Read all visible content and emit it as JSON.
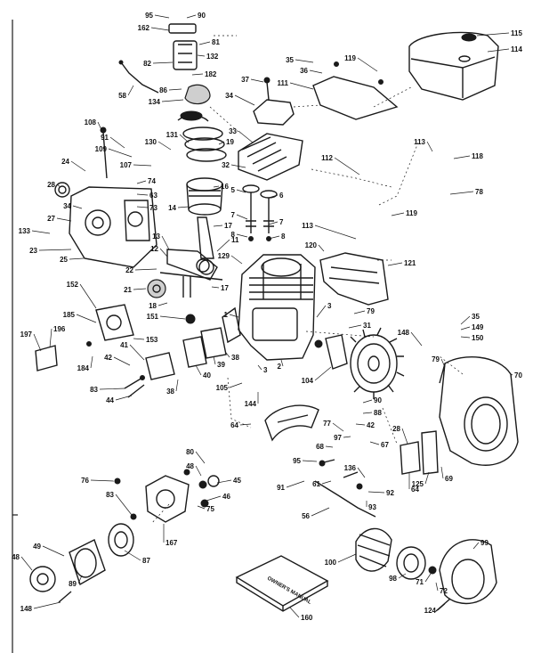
{
  "callouts": [
    {
      "id": "c-95",
      "text": "95"
    },
    {
      "id": "c-90a",
      "text": "90"
    },
    {
      "id": "c-162",
      "text": "162"
    },
    {
      "id": "c-81a",
      "text": "81"
    },
    {
      "id": "c-132",
      "text": "132"
    },
    {
      "id": "c-82",
      "text": "82"
    },
    {
      "id": "c-182",
      "text": "182"
    },
    {
      "id": "c-58",
      "text": "58"
    },
    {
      "id": "c-86",
      "text": "86"
    },
    {
      "id": "c-134",
      "text": "134"
    },
    {
      "id": "c-37",
      "text": "37"
    },
    {
      "id": "c-34",
      "text": "34"
    },
    {
      "id": "c-35",
      "text": "35"
    },
    {
      "id": "c-36",
      "text": "36"
    },
    {
      "id": "c-111",
      "text": "111"
    },
    {
      "id": "c-119",
      "text": "119"
    },
    {
      "id": "c-115",
      "text": "115"
    },
    {
      "id": "c-114",
      "text": "114"
    },
    {
      "id": "c-108",
      "text": "108"
    },
    {
      "id": "c-91",
      "text": "91"
    },
    {
      "id": "c-109",
      "text": "109"
    },
    {
      "id": "c-130",
      "text": "130"
    },
    {
      "id": "c-131",
      "text": "131"
    },
    {
      "id": "c-19",
      "text": "19"
    },
    {
      "id": "c-33",
      "text": "33"
    },
    {
      "id": "c-32",
      "text": "32"
    },
    {
      "id": "c-107",
      "text": "107"
    },
    {
      "id": "c-24",
      "text": "24"
    },
    {
      "id": "c-28",
      "text": "28"
    },
    {
      "id": "c-74",
      "text": "74"
    },
    {
      "id": "c-63",
      "text": "63"
    },
    {
      "id": "c-73",
      "text": "73"
    },
    {
      "id": "c-14",
      "text": "14"
    },
    {
      "id": "c-16",
      "text": "16"
    },
    {
      "id": "c-5a",
      "text": "5"
    },
    {
      "id": "c-6",
      "text": "6"
    },
    {
      "id": "c-34b",
      "text": "34"
    },
    {
      "id": "c-27",
      "text": "27"
    },
    {
      "id": "c-7a",
      "text": "7"
    },
    {
      "id": "c-7b",
      "text": "7"
    },
    {
      "id": "c-8a",
      "text": "8"
    },
    {
      "id": "c-8b",
      "text": "8"
    },
    {
      "id": "c-112",
      "text": "112"
    },
    {
      "id": "c-113a",
      "text": "113"
    },
    {
      "id": "c-118",
      "text": "118"
    },
    {
      "id": "c-78a",
      "text": "78"
    },
    {
      "id": "c-119b",
      "text": "119"
    },
    {
      "id": "c-133",
      "text": "133"
    },
    {
      "id": "c-23",
      "text": "23"
    },
    {
      "id": "c-25",
      "text": "25"
    },
    {
      "id": "c-17a",
      "text": "17"
    },
    {
      "id": "c-13",
      "text": "13"
    },
    {
      "id": "c-12",
      "text": "12"
    },
    {
      "id": "c-11",
      "text": "11"
    },
    {
      "id": "c-129",
      "text": "129"
    },
    {
      "id": "c-113b",
      "text": "113"
    },
    {
      "id": "c-120",
      "text": "120"
    },
    {
      "id": "c-121",
      "text": "121"
    },
    {
      "id": "c-22",
      "text": "22"
    },
    {
      "id": "c-21",
      "text": "21"
    },
    {
      "id": "c-17b",
      "text": "17"
    },
    {
      "id": "c-18",
      "text": "18"
    },
    {
      "id": "c-151",
      "text": "151"
    },
    {
      "id": "c-1",
      "text": "1"
    },
    {
      "id": "c-3a",
      "text": "3"
    },
    {
      "id": "c-79a",
      "text": "79"
    },
    {
      "id": "c-31",
      "text": "31"
    },
    {
      "id": "c-152",
      "text": "152"
    },
    {
      "id": "c-185",
      "text": "185"
    },
    {
      "id": "c-153",
      "text": "153"
    },
    {
      "id": "c-197",
      "text": "197"
    },
    {
      "id": "c-196",
      "text": "196"
    },
    {
      "id": "c-184",
      "text": "184"
    },
    {
      "id": "c-42a",
      "text": "42"
    },
    {
      "id": "c-41",
      "text": "41"
    },
    {
      "id": "c-38a",
      "text": "38"
    },
    {
      "id": "c-40",
      "text": "40"
    },
    {
      "id": "c-39",
      "text": "39"
    },
    {
      "id": "c-38b",
      "text": "38"
    },
    {
      "id": "c-2",
      "text": "2"
    },
    {
      "id": "c-3b",
      "text": "3"
    },
    {
      "id": "c-105",
      "text": "105"
    },
    {
      "id": "c-144",
      "text": "144"
    },
    {
      "id": "c-83a",
      "text": "83"
    },
    {
      "id": "c-44",
      "text": "44"
    },
    {
      "id": "c-104",
      "text": "104"
    },
    {
      "id": "c-148",
      "text": "148"
    },
    {
      "id": "c-35b",
      "text": "35"
    },
    {
      "id": "c-149",
      "text": "149"
    },
    {
      "id": "c-150",
      "text": "150"
    },
    {
      "id": "c-79b",
      "text": "79"
    },
    {
      "id": "c-70",
      "text": "70"
    },
    {
      "id": "c-64a",
      "text": "64"
    },
    {
      "id": "c-90b",
      "text": "90"
    },
    {
      "id": "c-88",
      "text": "88"
    },
    {
      "id": "c-42b",
      "text": "42"
    },
    {
      "id": "c-77",
      "text": "77"
    },
    {
      "id": "c-97",
      "text": "97"
    },
    {
      "id": "c-68",
      "text": "68"
    },
    {
      "id": "c-67",
      "text": "67"
    },
    {
      "id": "c-95b",
      "text": "95"
    },
    {
      "id": "c-136",
      "text": "136"
    },
    {
      "id": "c-28b",
      "text": "28"
    },
    {
      "id": "c-64b",
      "text": "64"
    },
    {
      "id": "c-125",
      "text": "125"
    },
    {
      "id": "c-69",
      "text": "69"
    },
    {
      "id": "c-76",
      "text": "76"
    },
    {
      "id": "c-80",
      "text": "80"
    },
    {
      "id": "c-48",
      "text": "48"
    },
    {
      "id": "c-45",
      "text": "45"
    },
    {
      "id": "c-46",
      "text": "46"
    },
    {
      "id": "c-83b",
      "text": "83"
    },
    {
      "id": "c-75",
      "text": "75"
    },
    {
      "id": "c-91b",
      "text": "91"
    },
    {
      "id": "c-61",
      "text": "61"
    },
    {
      "id": "c-92",
      "text": "92"
    },
    {
      "id": "c-93",
      "text": "93"
    },
    {
      "id": "c-56",
      "text": "56"
    },
    {
      "id": "c-167",
      "text": "167"
    },
    {
      "id": "c-87",
      "text": "87"
    },
    {
      "id": "c-48b",
      "text": "48"
    },
    {
      "id": "c-49",
      "text": "49"
    },
    {
      "id": "c-89",
      "text": "89"
    },
    {
      "id": "c-148b",
      "text": "148"
    },
    {
      "id": "c-100a",
      "text": "100"
    },
    {
      "id": "c-98",
      "text": "98"
    },
    {
      "id": "c-71",
      "text": "71"
    },
    {
      "id": "c-72",
      "text": "72"
    },
    {
      "id": "c-99",
      "text": "99"
    },
    {
      "id": "c-124",
      "text": "124"
    },
    {
      "id": "c-160",
      "text": "160"
    }
  ],
  "manual": {
    "title": "OWNER'S MANUAL"
  }
}
